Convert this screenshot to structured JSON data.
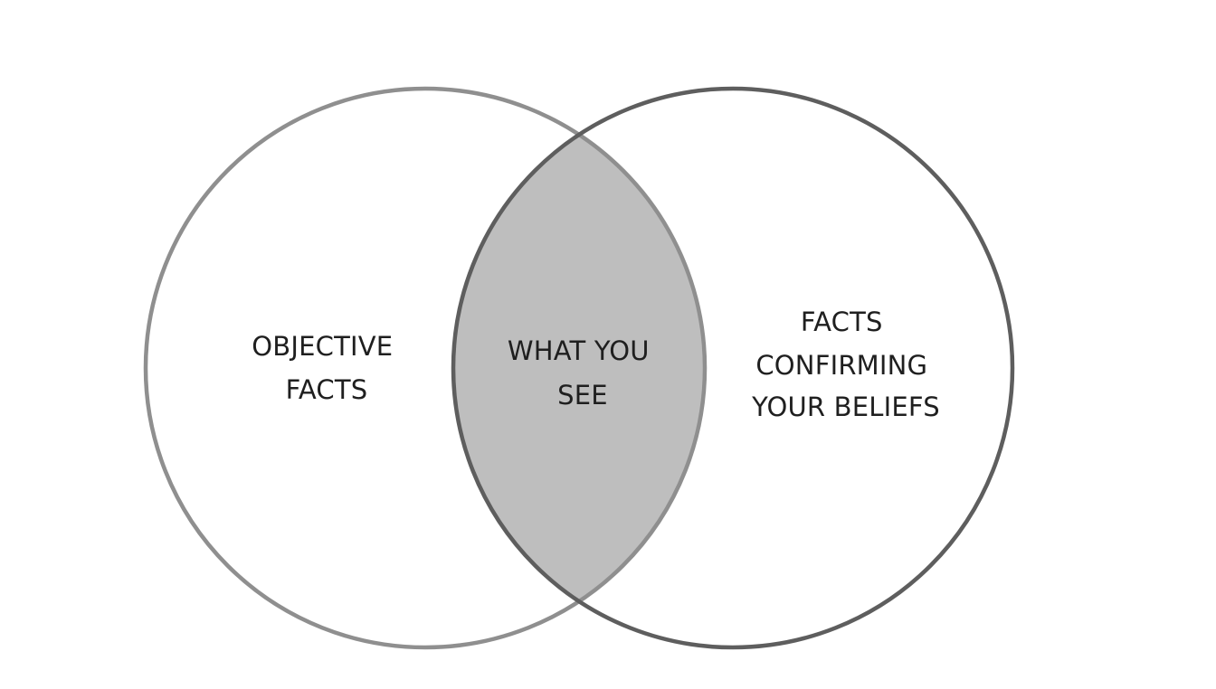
{
  "diagram": {
    "type": "venn",
    "sets": [
      {
        "id": "objective-facts",
        "label_lines": [
          "OBJECTIVE",
          "FACTS"
        ]
      },
      {
        "id": "facts-confirming-beliefs",
        "label_lines": [
          "FACTS",
          "CONFIRMING",
          "YOUR BELIEFS"
        ]
      }
    ],
    "intersection": {
      "label_lines": [
        "WHAT YOU",
        "SEE"
      ]
    },
    "colors": {
      "left_circle_stroke": "#8f8f8f",
      "right_circle_stroke": "#5e5e5e",
      "intersection_fill": "#bebebe",
      "background": "#ffffff"
    }
  }
}
